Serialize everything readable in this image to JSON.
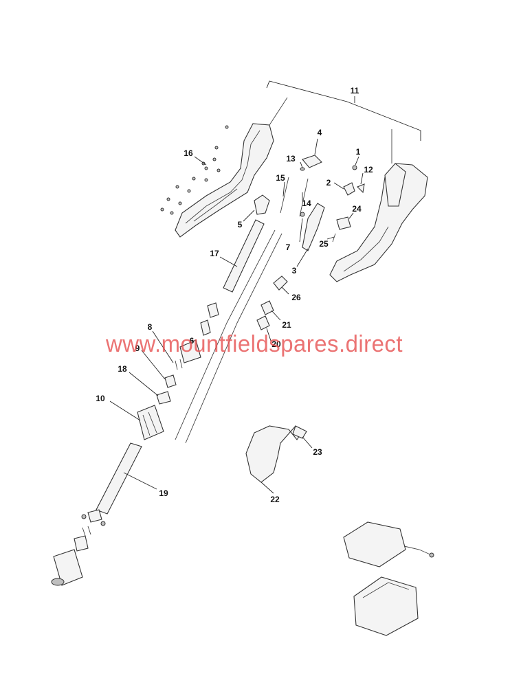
{
  "watermark": "www.mountfieldspares.direct",
  "callouts": [
    {
      "id": "c1",
      "text": "1"
    },
    {
      "id": "c2",
      "text": "2"
    },
    {
      "id": "c3",
      "text": "3"
    },
    {
      "id": "c4",
      "text": "4"
    },
    {
      "id": "c5",
      "text": "5"
    },
    {
      "id": "c6",
      "text": "6"
    },
    {
      "id": "c7",
      "text": "7"
    },
    {
      "id": "c8",
      "text": "8"
    },
    {
      "id": "c9",
      "text": "9"
    },
    {
      "id": "c10",
      "text": "10"
    },
    {
      "id": "c11",
      "text": "11"
    },
    {
      "id": "c12",
      "text": "12"
    },
    {
      "id": "c13",
      "text": "13"
    },
    {
      "id": "c14",
      "text": "14"
    },
    {
      "id": "c15",
      "text": "15"
    },
    {
      "id": "c16",
      "text": "16"
    },
    {
      "id": "c17",
      "text": "17"
    },
    {
      "id": "c18",
      "text": "18"
    },
    {
      "id": "c19",
      "text": "19"
    },
    {
      "id": "c20",
      "text": "20"
    },
    {
      "id": "c21",
      "text": "21"
    },
    {
      "id": "c22",
      "text": "22"
    },
    {
      "id": "c23",
      "text": "23"
    },
    {
      "id": "c24",
      "text": "24"
    },
    {
      "id": "c25",
      "text": "25"
    },
    {
      "id": "c26",
      "text": "26"
    }
  ]
}
